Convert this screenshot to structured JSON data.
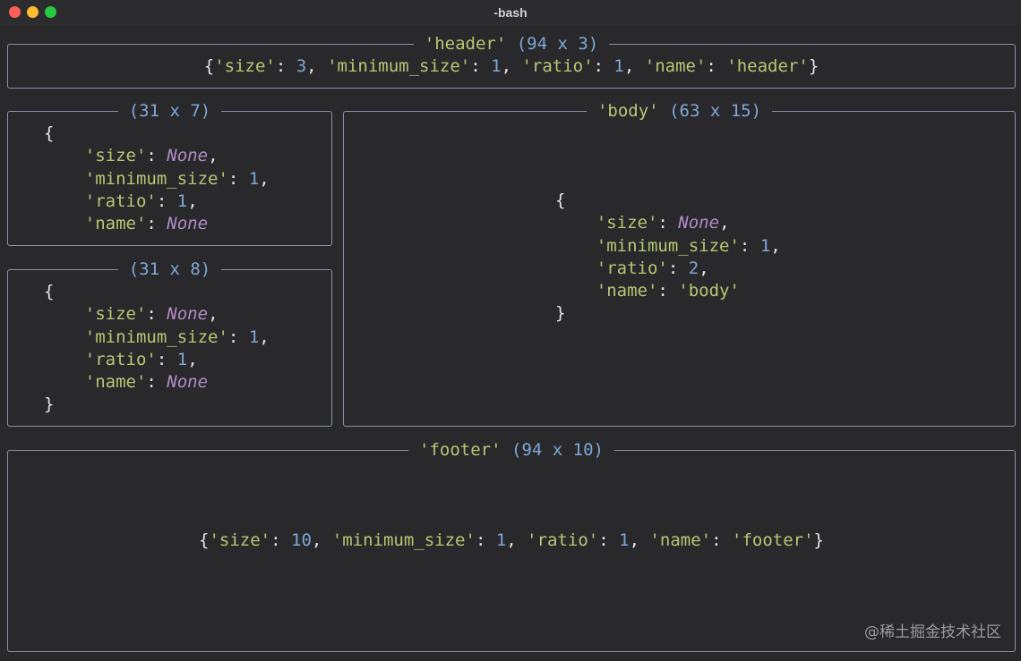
{
  "window": {
    "title": "-bash",
    "controls": {
      "close_color": "#fe5f57",
      "minimize_color": "#febc2e",
      "maximize_color": "#28c840"
    }
  },
  "panels": {
    "header": {
      "name_label": "'header'",
      "dims": "(94 x 3)",
      "content": {
        "size_key": "'size'",
        "size_val": "3",
        "min_key": "'minimum_size'",
        "min_val": "1",
        "ratio_key": "'ratio'",
        "ratio_val": "1",
        "name_key": "'name'",
        "name_val": "'header'"
      }
    },
    "left_top": {
      "dims": "(31 x 7)",
      "content": {
        "size_key": "'size'",
        "size_val": "None",
        "min_key": "'minimum_size'",
        "min_val": "1",
        "ratio_key": "'ratio'",
        "ratio_val": "1",
        "name_key": "'name'",
        "name_val": "None"
      }
    },
    "left_bottom": {
      "dims": "(31 x 8)",
      "content": {
        "size_key": "'size'",
        "size_val": "None",
        "min_key": "'minimum_size'",
        "min_val": "1",
        "ratio_key": "'ratio'",
        "ratio_val": "1",
        "name_key": "'name'",
        "name_val": "None"
      }
    },
    "body": {
      "name_label": "'body'",
      "dims": "(63 x 15)",
      "content": {
        "size_key": "'size'",
        "size_val": "None",
        "min_key": "'minimum_size'",
        "min_val": "1",
        "ratio_key": "'ratio'",
        "ratio_val": "2",
        "name_key": "'name'",
        "name_val": "'body'"
      }
    },
    "footer": {
      "name_label": "'footer'",
      "dims": "(94 x 10)",
      "content": {
        "size_key": "'size'",
        "size_val": "10",
        "min_key": "'minimum_size'",
        "min_val": "1",
        "ratio_key": "'ratio'",
        "ratio_val": "1",
        "name_key": "'name'",
        "name_val": "'footer'"
      }
    }
  },
  "watermark": "@稀土掘金技术社区",
  "colors": {
    "background": "#29292b",
    "border": "#8893a8",
    "string": "#b6c774",
    "number": "#7ea7d8",
    "none_keyword": "#b08cc6"
  }
}
